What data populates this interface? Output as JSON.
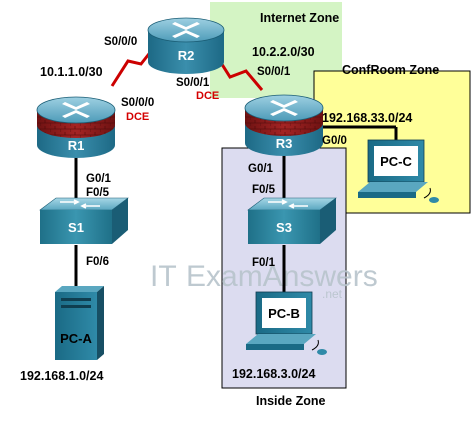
{
  "zones": {
    "internet": "Internet Zone",
    "confroom": "ConfRoom Zone",
    "inside": "Inside Zone"
  },
  "devices": {
    "r1": "R1",
    "r2": "R2",
    "r3": "R3",
    "s1": "S1",
    "s3": "S3",
    "pca": "PC-A",
    "pcb": "PC-B",
    "pcc": "PC-C"
  },
  "interfaces": {
    "r2_s000": "S0/0/0",
    "r2_s001": "S0/0/1",
    "r1_s000": "S0/0/0",
    "r3_s001": "S0/0/1",
    "r1_g01": "G0/1",
    "r3_g01": "G0/1",
    "r3_g00": "G0/0",
    "s1_f05": "F0/5",
    "s1_f06": "F0/6",
    "s3_f05": "F0/5",
    "s3_f01": "F0/1",
    "dce1": "DCE",
    "dce2": "DCE"
  },
  "networks": {
    "r1_r2": "10.1.1.0/30",
    "r2_r3": "10.2.2.0/30",
    "confroom": "192.168.33.0/24",
    "lan_a": "192.168.1.0/24",
    "lan_b": "192.168.3.0/24"
  },
  "watermark": {
    "it": "IT",
    "brand": "ExamAnswers",
    "suffix": ".net"
  },
  "colors": {
    "internet_zone": "#d4f4c4",
    "confroom_zone": "#ffff99",
    "inside_zone": "#dcdcf0",
    "serial_link": "#cc0000",
    "router_body": "#2a7a96",
    "firewall_band": "#8b1a1a",
    "switch_body": "#2a8a9e"
  }
}
